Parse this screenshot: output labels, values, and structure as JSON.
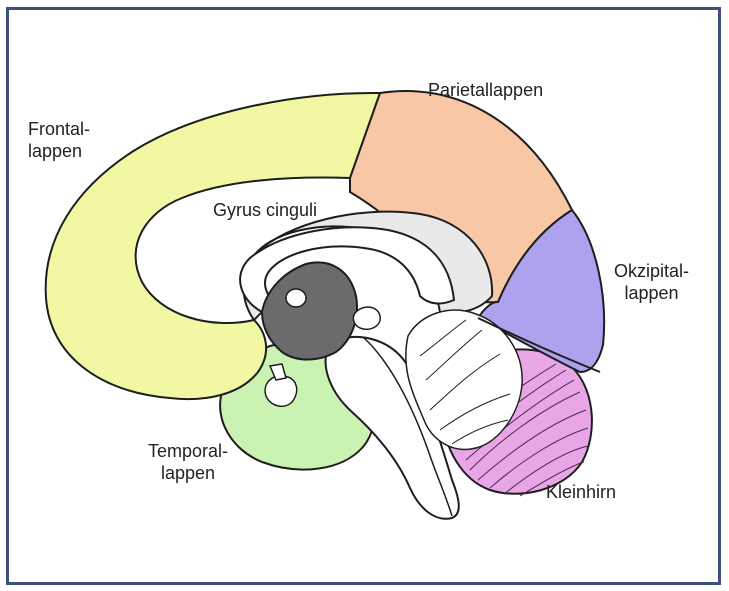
{
  "labels": {
    "frontal_line1": "Frontal-",
    "frontal_line2": "lappen",
    "parietal": "Parietallappen",
    "gyrus": "Gyrus cinguli",
    "occipital_line1": "Okzipital-",
    "occipital_line2": "lappen",
    "temporal_line1": "Temporal-",
    "temporal_line2": "lappen",
    "cerebellum": "Kleinhirn"
  },
  "colors": {
    "frontal": "#f2f7a4",
    "parietal": "#f7c7a6",
    "occipital": "#aea1ee",
    "temporal": "#c9f2b3",
    "cerebellum": "#e8a6e6",
    "cingulate": "#e9e9e9",
    "ventricle": "#6b6b6b",
    "outline": "#1e1e1e",
    "frame": "#3d4f7c"
  }
}
